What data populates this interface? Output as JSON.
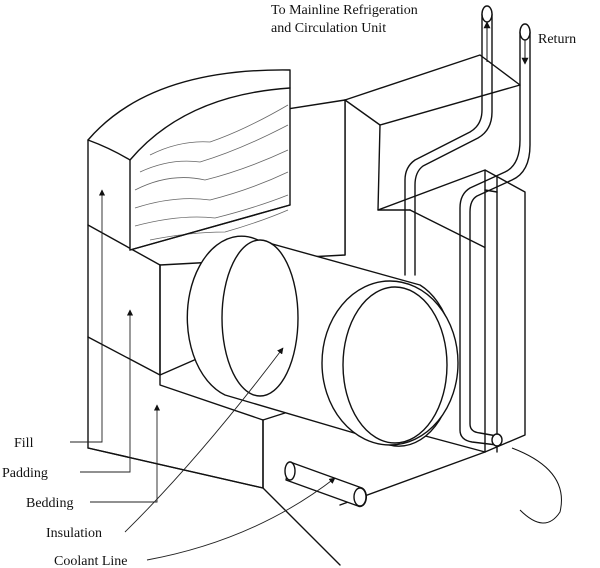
{
  "labels": {
    "supply": "To Mainline Refrigeration",
    "supply_line2": "and Circulation Unit",
    "return": "Return",
    "fill": "Fill",
    "padding": "Padding",
    "bedding": "Bedding",
    "insulation": "Insulation",
    "coolant_line": "Coolant Line"
  }
}
